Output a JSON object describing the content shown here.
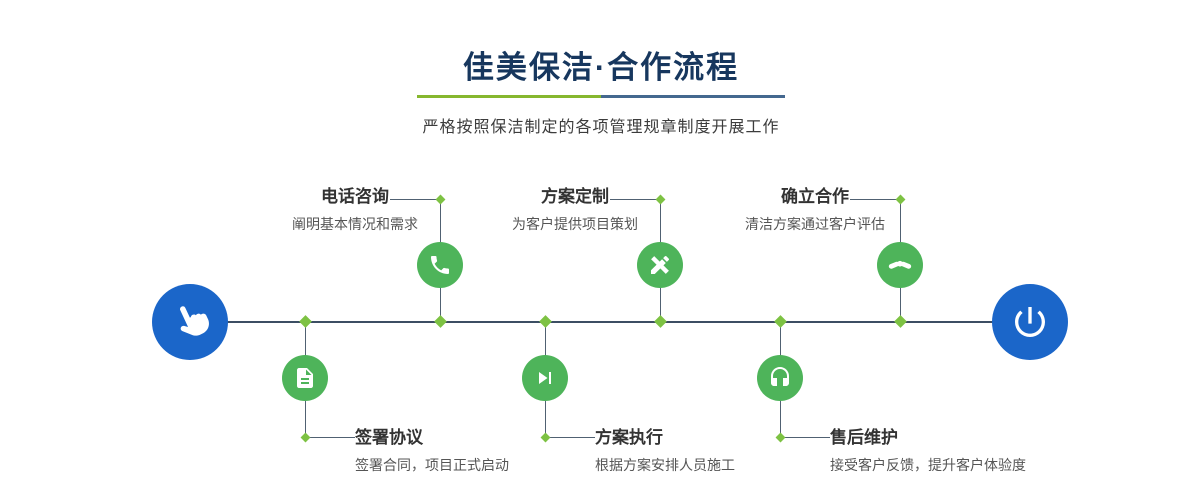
{
  "header": {
    "title": "佳美保洁·合作流程",
    "subtitle": "严格按照保洁制定的各项管理规章制度开展工作"
  },
  "colors": {
    "accent_blue": "#1b66c9",
    "accent_green": "#4eb45a",
    "diamond_green": "#7dc243",
    "underline_green": "#86b72e",
    "underline_blue": "#44688f",
    "title_navy": "#17375e",
    "line_dark": "#3c4e63",
    "step_title_text": "#333333",
    "step_desc_text": "#555555"
  },
  "flow": {
    "start_icon": "hand-pointer-icon",
    "end_icon": "power-icon",
    "steps_top": [
      {
        "title": "电话咨询",
        "desc": "阐明基本情况和需求",
        "icon": "phone-icon"
      },
      {
        "title": "方案定制",
        "desc": "为客户提供项目策划",
        "icon": "pencil-tools-icon"
      },
      {
        "title": "确立合作",
        "desc": "清洁方案通过客户评估",
        "icon": "handshake-icon"
      }
    ],
    "steps_bottom": [
      {
        "title": "签署协议",
        "desc": "签署合同，项目正式启动",
        "icon": "contract-icon"
      },
      {
        "title": "方案执行",
        "desc": "根据方案安排人员施工",
        "icon": "play-next-icon"
      },
      {
        "title": "售后维护",
        "desc": "接受客户反馈，提升客户体验度",
        "icon": "headset-icon"
      }
    ]
  }
}
